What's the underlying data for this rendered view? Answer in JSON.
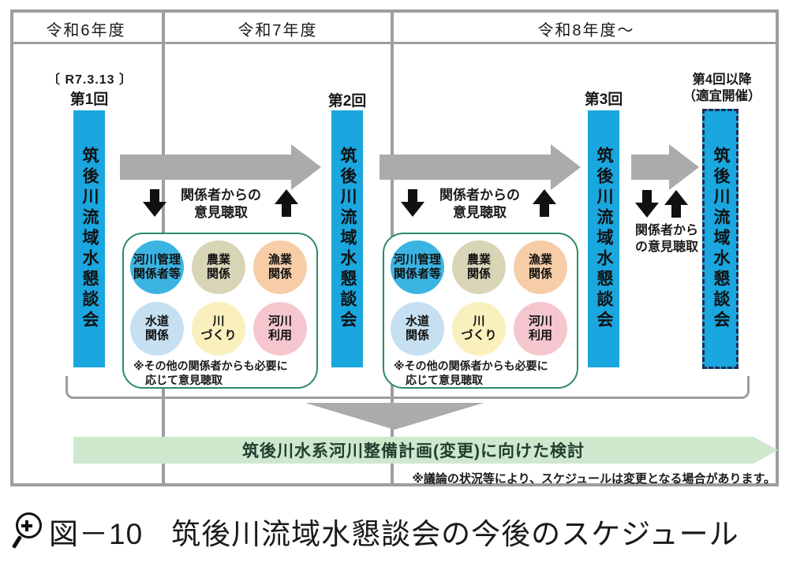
{
  "header": {
    "columns": [
      "令和6年度",
      "令和7年度",
      "令和8年度～"
    ]
  },
  "meetings": [
    {
      "date": "〔 R7.3.13 〕",
      "label": "第1回",
      "name": "筑後川流域水懇談会"
    },
    {
      "label": "第2回",
      "name": "筑後川流域水懇談会"
    },
    {
      "label": "第3回",
      "name": "筑後川流域水懇談会"
    },
    {
      "label": "第4回以降",
      "sublabel": "（適宜開催）",
      "name": "筑後川流域水懇談会"
    }
  ],
  "feedback": {
    "full": {
      "line1": "関係者からの",
      "line2": "意見聴取"
    },
    "compact": {
      "line1": "関係者から",
      "line2": "の意見聴取"
    }
  },
  "stakeholders": {
    "circles": [
      {
        "line1": "河川管理",
        "line2": "関係者等",
        "color": "#3cb4e2"
      },
      {
        "line1": "農業",
        "line2": "関係",
        "color": "#d8d4b6"
      },
      {
        "line1": "漁業",
        "line2": "関係",
        "color": "#f6cda7"
      },
      {
        "line1": "水道",
        "line2": "関係",
        "color": "#c6e0f2"
      },
      {
        "line1": "川",
        "line2": "づくり",
        "color": "#f9f0bd"
      },
      {
        "line1": "河川",
        "line2": "利用",
        "color": "#f6c6ce"
      }
    ],
    "note": {
      "line1": "※その他の関係者からも必要に",
      "line2": "応じて意見聴取"
    }
  },
  "bottom": {
    "band_text": "筑後川水系河川整備計画(変更)に向けた検討",
    "note": "※議論の状況等により、スケジュールは変更となる場合があります。"
  },
  "caption": {
    "figure_no": "図－10",
    "title": "筑後川流域水懇談会の今後のスケジュール"
  },
  "icons": {
    "caption_icon": "zoom-in-magnifier"
  },
  "colors": {
    "bar_blue": "#1aa6df",
    "dashed_border": "#1f2c50",
    "arrow_gray": "#a9abad",
    "frame_gray": "#9c9ea0",
    "black_arrow": "#111111",
    "box_border_green": "#2b8a66",
    "band_green": "#cfe8cd",
    "band_text_green": "#20402f"
  }
}
